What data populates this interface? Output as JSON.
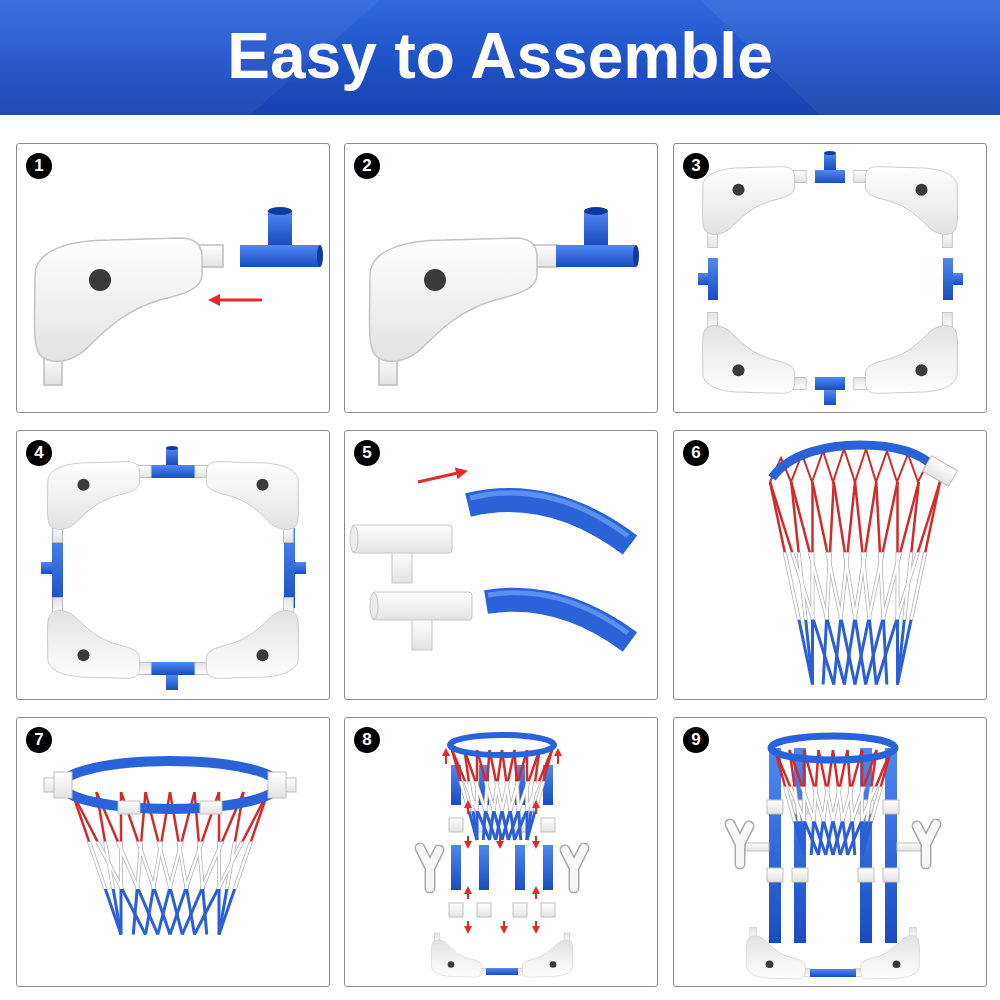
{
  "diagram": {
    "title": "Easy to Assemble",
    "nodes": [
      {
        "text": [
          "1"
        ]
      },
      {
        "text": [
          "2"
        ]
      },
      {
        "text": [
          "3"
        ]
      },
      {
        "text": [
          "4"
        ]
      },
      {
        "text": [
          "5"
        ]
      },
      {
        "text": [
          "6"
        ]
      },
      {
        "text": [
          "7"
        ]
      },
      {
        "text": [
          "8"
        ]
      },
      {
        "text": [
          "9"
        ]
      }
    ]
  }
}
